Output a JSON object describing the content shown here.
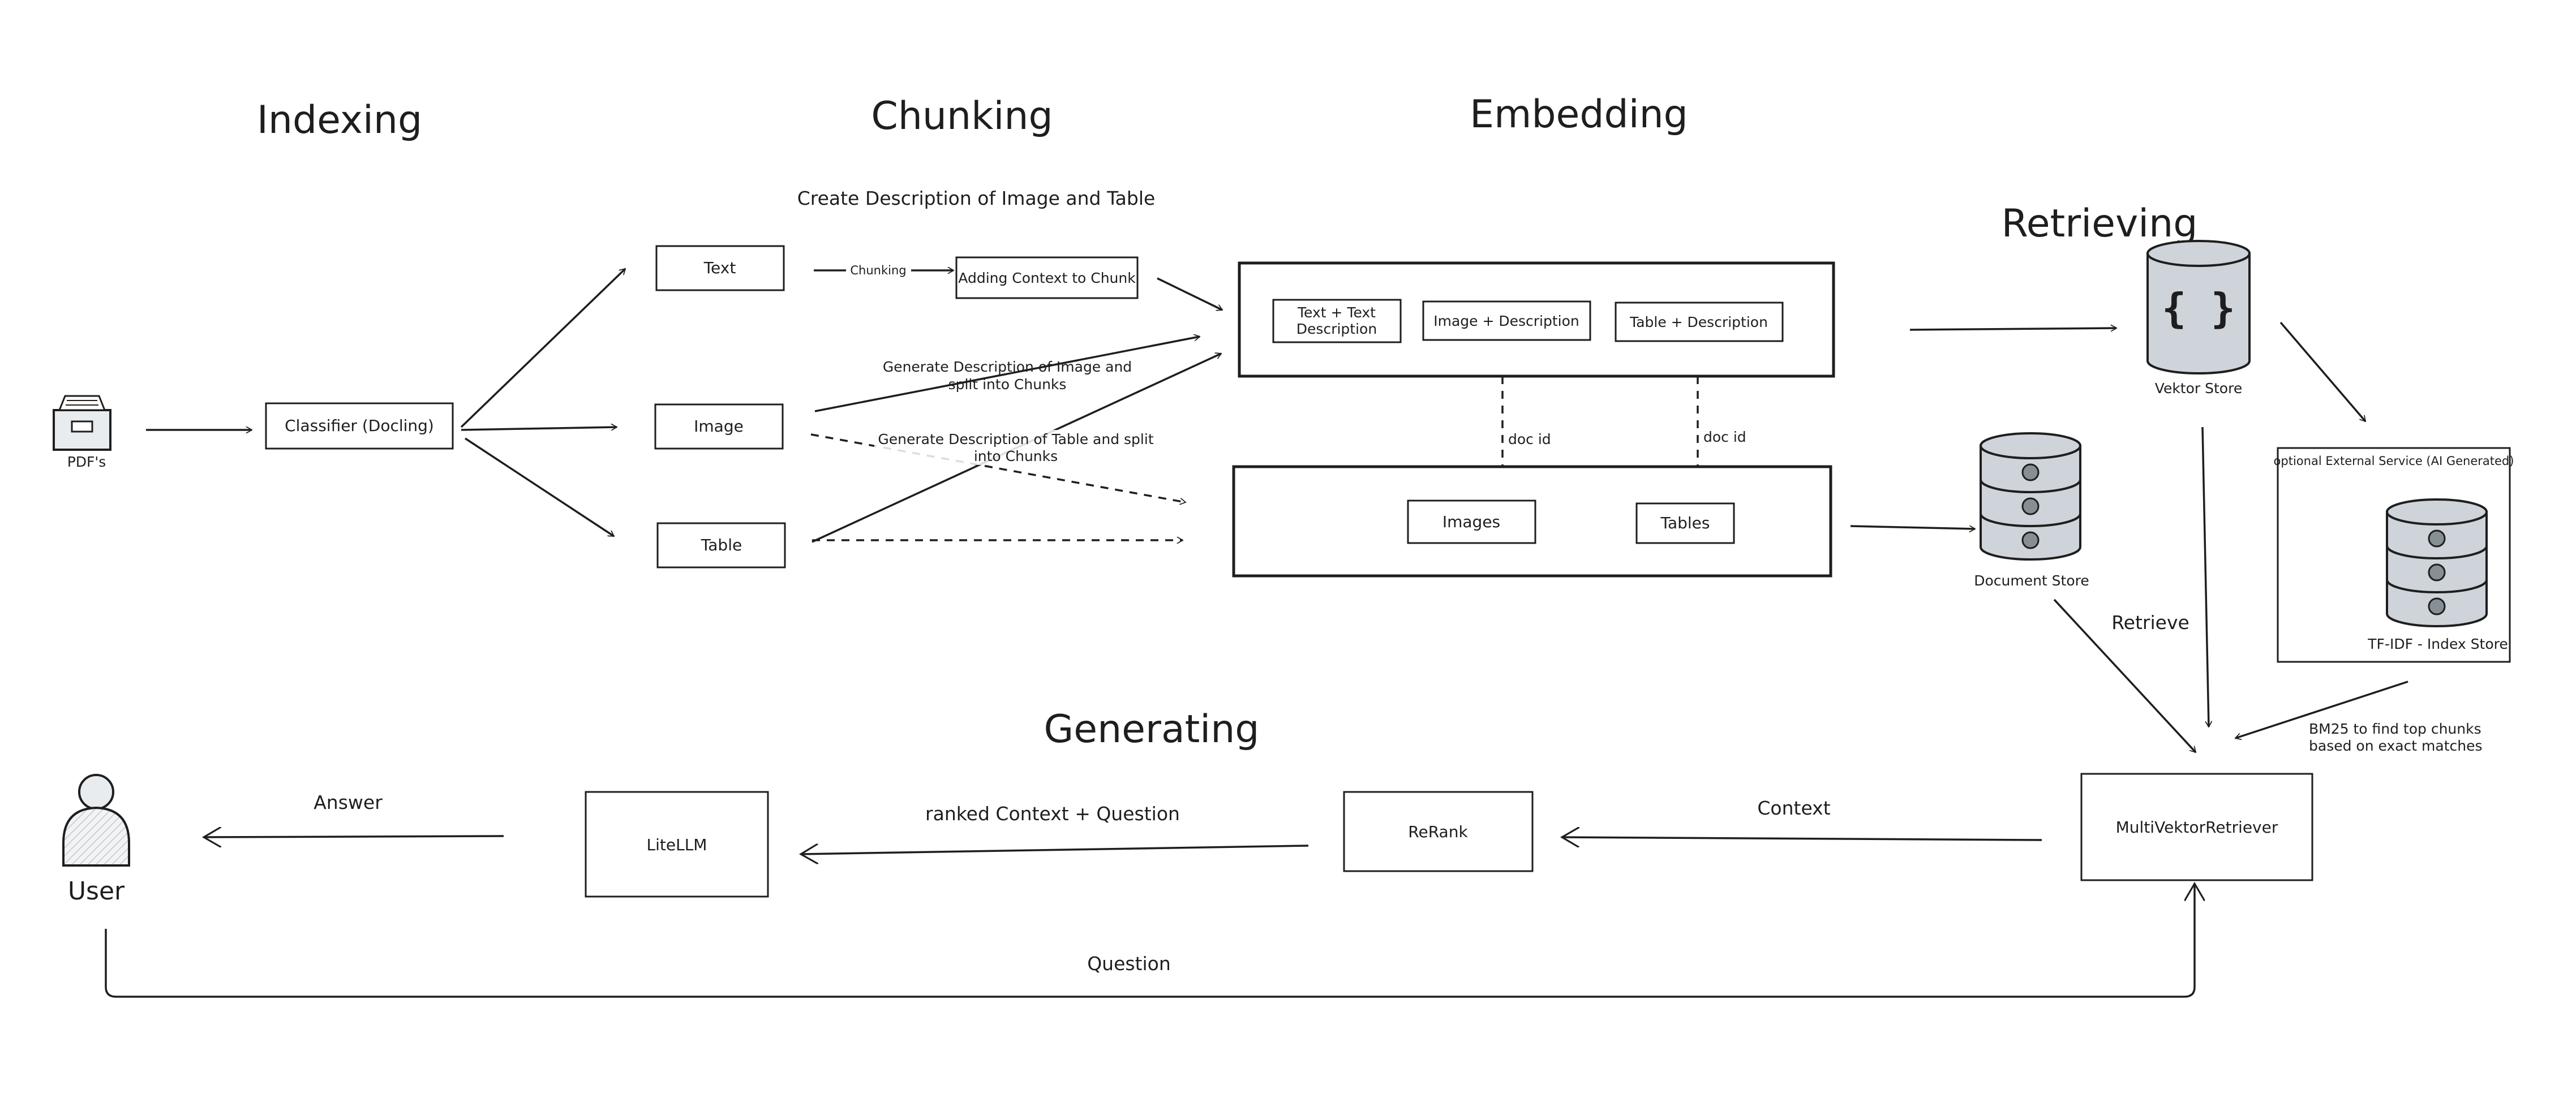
{
  "stages": {
    "indexing": "Indexing",
    "chunking": "Chunking",
    "embedding": "Embedding",
    "retrieving": "Retrieving",
    "generating": "Generating"
  },
  "indexing": {
    "pdfs_label": "PDF's",
    "classifier": "Classifier (Docling)"
  },
  "chunking": {
    "heading": "Create Description of Image and Table",
    "text_box": "Text",
    "image_box": "Image",
    "table_box": "Table",
    "chunking_arrow": "Chunking",
    "adding_context": "Adding Context to Chunk",
    "image_desc": [
      "Generate Description of Image and",
      "split into Chunks"
    ],
    "table_desc": [
      "Generate Description of Table and split",
      "into Chunks"
    ]
  },
  "embedding": {
    "text_desc": [
      "Text + Text",
      "Description"
    ],
    "image_desc": "Image + Description",
    "table_desc": "Table + Description",
    "doc_id_1": "doc id",
    "doc_id_2": "doc id",
    "images": "Images",
    "tables": "Tables"
  },
  "retrieving": {
    "vektor_store_icon": "{ }",
    "vektor_store": "Vektor Store",
    "document_store": "Document Store",
    "optional_service": "optional External Service (AI Generated)",
    "tfidf": "TF-IDF - Index Store",
    "retrieve": "Retrieve",
    "bm25": [
      "BM25 to find top chunks",
      "based on exact matches"
    ],
    "multi_retriever": "MultiVektorRetriever"
  },
  "generating": {
    "context": "Context",
    "rerank": "ReRank",
    "ranked_context": "ranked Context + Question",
    "litellm": "LiteLLM",
    "answer": "Answer",
    "user": "User",
    "question": "Question"
  },
  "colors": {
    "stroke": "#1e1e1e",
    "database_fill": "#ced4da",
    "database_dot": "#868e96",
    "user_fill": "#e9ecef"
  },
  "icons": {
    "pdf": "file-cabinet-icon",
    "vektor_store": "database-icon",
    "document_store": "database-icon",
    "tfidf_store": "database-icon",
    "user": "user-icon"
  }
}
